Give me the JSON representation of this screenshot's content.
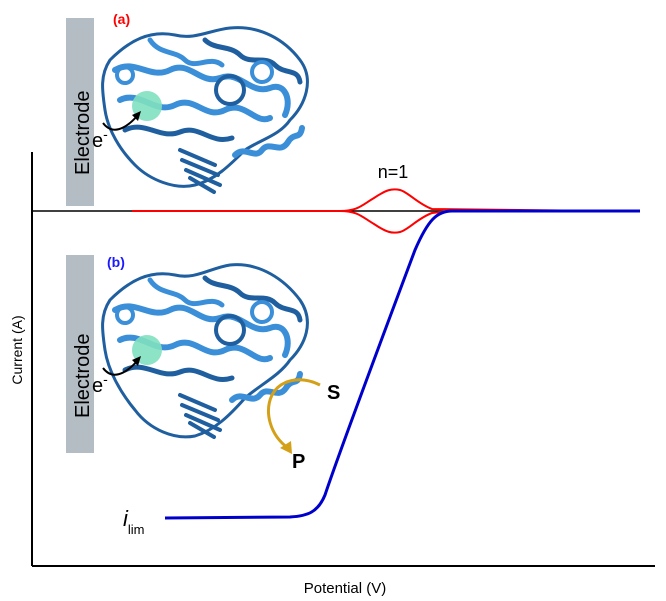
{
  "panel_a": {
    "label": "(a)",
    "label_color": "#ff0000",
    "electrode_label": "Electrode",
    "electron_label": "e",
    "peak_label": "n=1",
    "curve_color": "#ff0000"
  },
  "panel_b": {
    "label": "(b)",
    "label_color": "#1a1aff",
    "electrode_label": "Electrode",
    "electron_label": "e",
    "substrate_label": "S",
    "product_label": "P",
    "limiting_label_main": "i",
    "limiting_label_sub": "lim",
    "curve_color": "#0000cc",
    "arrow_color": "#d4a017"
  },
  "axes": {
    "ylabel": "Current (A)",
    "xlabel": "Potential (V)"
  },
  "colors": {
    "electrode_bar": "#b4bcc4",
    "protein": "#3a8fd8",
    "protein_dark": "#1f5f9f",
    "active_site": "#7fe0c0"
  }
}
